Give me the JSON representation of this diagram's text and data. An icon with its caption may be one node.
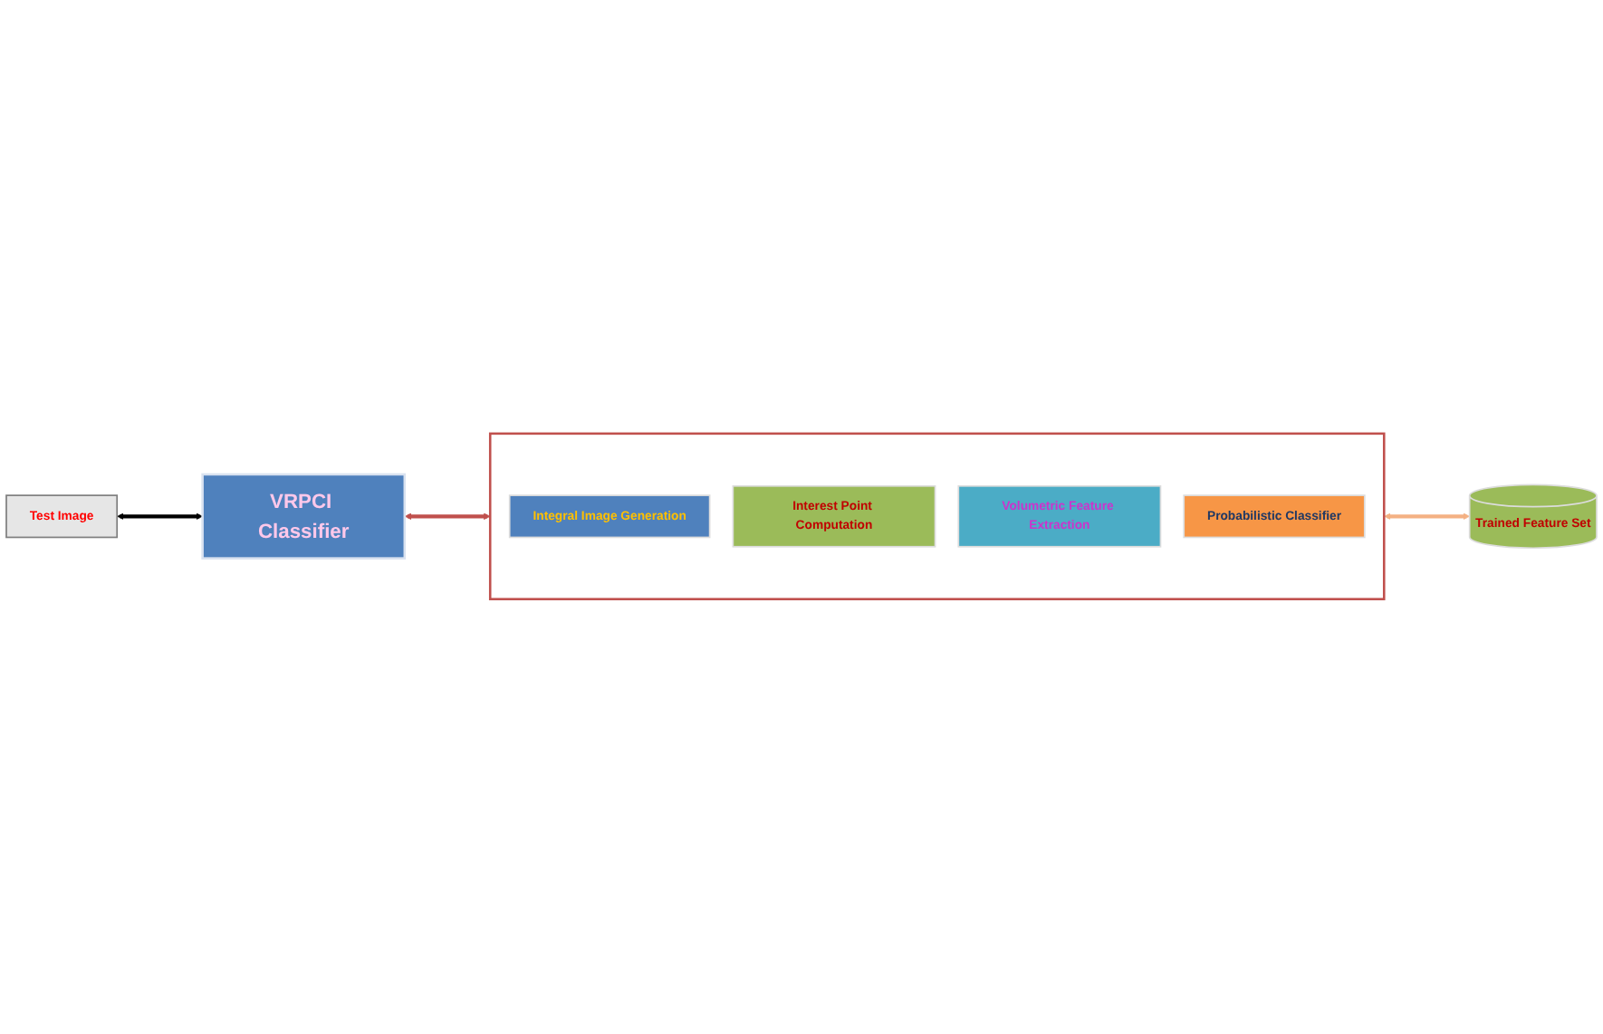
{
  "diagram": {
    "nodes": [
      {
        "text": [
          "Test Image"
        ]
      },
      {
        "text": [
          "VRPCI Classifier"
        ]
      },
      {
        "text": [],
        "shape": "box"
      },
      {
        "text": [
          "Integral Image Generation"
        ],
        "in": 2
      },
      {
        "text": [
          "Interest Point Computation"
        ],
        "in": 2
      },
      {
        "text": [
          "Volumetric Feature Extraction"
        ],
        "in": 2
      },
      {
        "text": [
          "Probabilistic Classifier"
        ],
        "in": 2
      },
      {
        "text": [
          "Trained Feature Set"
        ]
      }
    ],
    "edges": [
      {
        "from": 0,
        "to": 1,
        "arrow": "both"
      },
      {
        "from": 1,
        "to": 2,
        "arrow": "both",
        "color": "#c0504d"
      },
      {
        "from": 2,
        "to": 7,
        "arrow": "both",
        "color": "#f4b183"
      }
    ]
  }
}
